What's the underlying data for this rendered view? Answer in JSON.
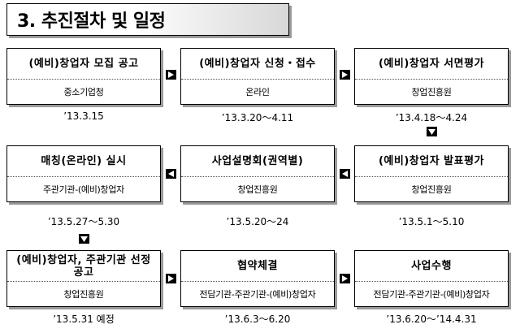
{
  "title": "3. 추진절차 및 일정",
  "steps": [
    {
      "title": "(예비)창업자 모집 공고",
      "org": "중소기업청",
      "date": "’13.3.15"
    },
    {
      "title": "(예비)창업자 신청・접수",
      "org": "온라인",
      "date": "’13.3.20～4.11"
    },
    {
      "title": "(예비)창업자 서면평가",
      "org": "창업진흥원",
      "date": "’13.4.18～4.24"
    },
    {
      "title": "(예비)창업자 발표평가",
      "org": "창업진흥원",
      "date": "’13.5.1～5.10"
    },
    {
      "title": "사업설명회(권역별)",
      "org": "창업진흥원",
      "date": "’13.5.20～24"
    },
    {
      "title": "매칭(온라인) 실시",
      "org": "주관기관-(예비)창업자",
      "date": "’13.5.27～5.30"
    },
    {
      "title": "(예비)창업자, 주관기관 선정 공고",
      "org": "창업진흥원",
      "date": "’13.5.31 예정"
    },
    {
      "title": "협약체결",
      "org": "전담기관-주관기관-(예비)창업자",
      "date": "’13.6.3～6.20"
    },
    {
      "title": "사업수행",
      "org": "전담기관-주관기관-(예비)창업자",
      "date": "’13.6.20～’14.4.31"
    }
  ],
  "arrows": [
    {
      "name": "arrow-step1-to-step2",
      "direction": "right"
    },
    {
      "name": "arrow-step2-to-step3",
      "direction": "right"
    },
    {
      "name": "arrow-step3-to-step4",
      "direction": "down"
    },
    {
      "name": "arrow-step4-to-step5",
      "direction": "left"
    },
    {
      "name": "arrow-step5-to-step6",
      "direction": "left"
    },
    {
      "name": "arrow-step6-to-step7",
      "direction": "down"
    },
    {
      "name": "arrow-step7-to-step8",
      "direction": "right"
    },
    {
      "name": "arrow-step8-to-step9",
      "direction": "right"
    }
  ]
}
